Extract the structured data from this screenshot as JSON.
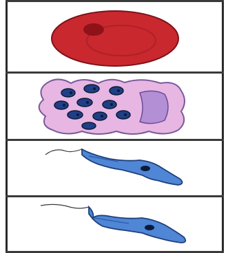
{
  "figure": {
    "panels": [
      {
        "id": "panel-1",
        "subject": "red-blood-cell-icon"
      },
      {
        "id": "panel-2",
        "subject": "infected-host-cell-amastigotes-icon"
      },
      {
        "id": "panel-3",
        "subject": "trypomastigote-icon"
      },
      {
        "id": "panel-4",
        "subject": "trypomastigote-icon"
      }
    ],
    "colors": {
      "rbc": "#c9282f",
      "rbc_dark": "#8f1219",
      "host_cell": "#e7b6e2",
      "host_outline": "#7a5a9a",
      "nucleus": "#b38fd6",
      "amastigote": "#1f3f86",
      "amastigote_dark": "#0d1a3a",
      "parasite": "#4f86d6",
      "parasite_outline": "#1e3f7a",
      "kinetoplast": "#0b1b3a"
    }
  }
}
